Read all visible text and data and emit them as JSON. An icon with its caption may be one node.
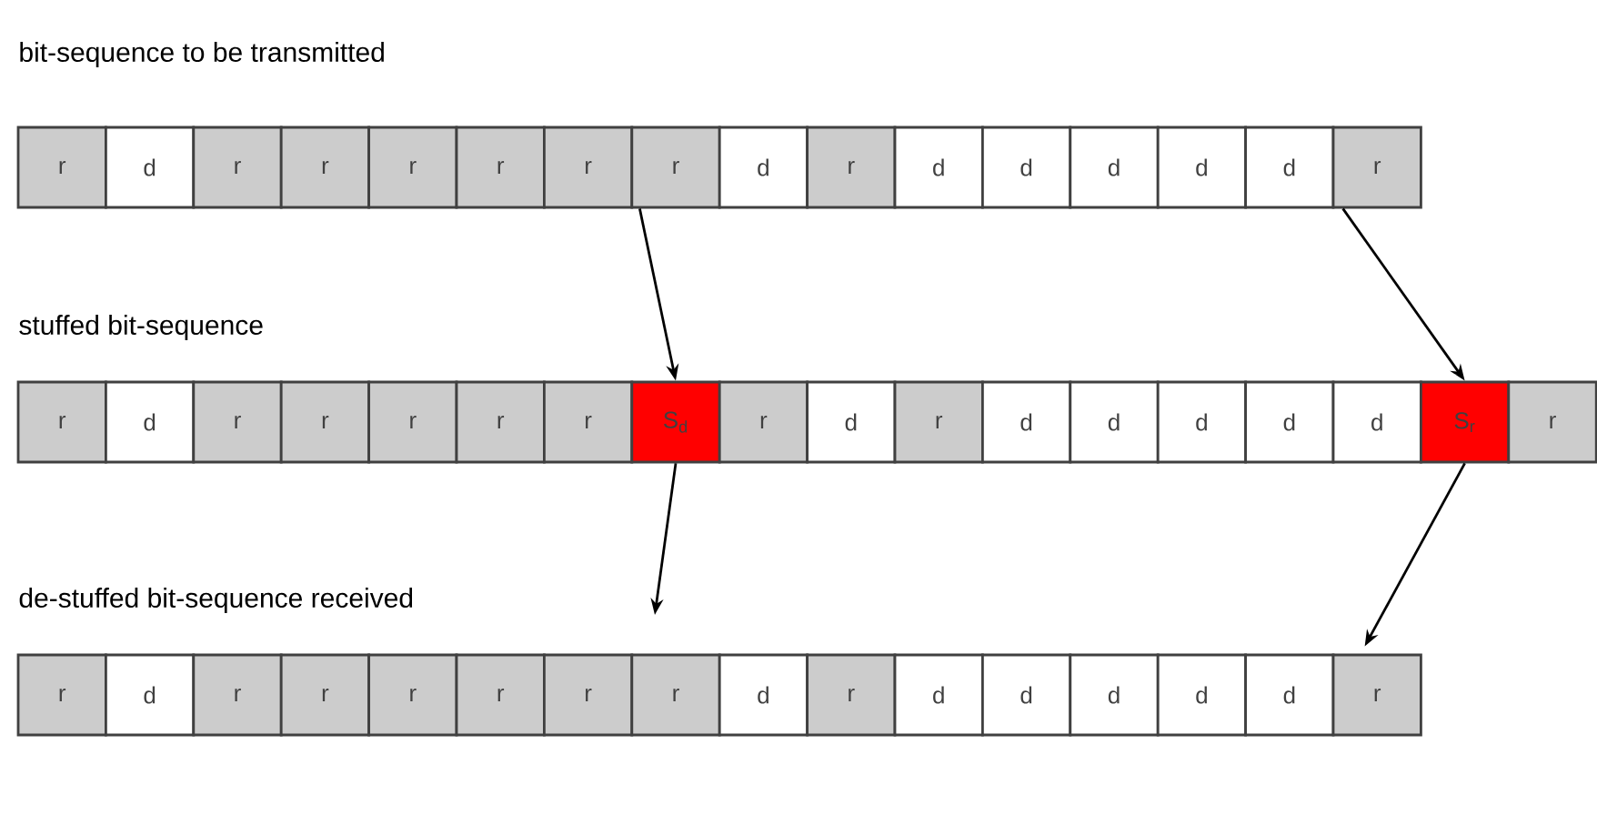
{
  "diagram": {
    "nodes": [
      {
        "text": [
          "r"
        ]
      },
      {
        "text": [
          "d"
        ]
      },
      {
        "text": [
          "r"
        ]
      },
      {
        "text": [
          "r"
        ]
      },
      {
        "text": [
          "r"
        ]
      },
      {
        "text": [
          "r"
        ]
      },
      {
        "text": [
          "r"
        ]
      },
      {
        "text": [
          "r"
        ]
      },
      {
        "text": [
          "d"
        ]
      },
      {
        "text": [
          "r"
        ]
      },
      {
        "text": [
          "d"
        ]
      },
      {
        "text": [
          "d"
        ]
      },
      {
        "text": [
          "d"
        ]
      },
      {
        "text": [
          "d"
        ]
      },
      {
        "text": [
          "d"
        ]
      },
      {
        "text": [
          "r"
        ]
      },
      {
        "text": [
          "r"
        ]
      },
      {
        "text": [
          "d"
        ]
      },
      {
        "text": [
          "r"
        ]
      },
      {
        "text": [
          "r"
        ]
      },
      {
        "text": [
          "r"
        ]
      },
      {
        "text": [
          "r"
        ]
      },
      {
        "text": [
          "r"
        ]
      },
      {
        "text": [
          "S$_{d}$"
        ]
      },
      {
        "text": [
          "r"
        ]
      },
      {
        "text": [
          "d"
        ]
      },
      {
        "text": [
          "r"
        ]
      },
      {
        "text": [
          "d"
        ]
      },
      {
        "text": [
          "d"
        ]
      },
      {
        "text": [
          "d"
        ]
      },
      {
        "text": [
          "d"
        ]
      },
      {
        "text": [
          "d"
        ]
      },
      {
        "text": [
          "S$_{r}$"
        ]
      },
      {
        "text": [
          "r"
        ]
      },
      {
        "text": [
          "r"
        ]
      },
      {
        "text": [
          "d"
        ]
      },
      {
        "text": [
          "r"
        ]
      },
      {
        "text": [
          "r"
        ]
      },
      {
        "text": [
          "r"
        ]
      },
      {
        "text": [
          "r"
        ]
      },
      {
        "text": [
          "r"
        ]
      },
      {
        "text": [
          "r"
        ]
      },
      {
        "text": [
          "d"
        ]
      },
      {
        "text": [
          "r"
        ]
      },
      {
        "text": [
          "d"
        ]
      },
      {
        "text": [
          "d"
        ]
      },
      {
        "text": [
          "d"
        ]
      },
      {
        "text": [
          "d"
        ]
      },
      {
        "text": [
          "d"
        ]
      },
      {
        "text": [
          "r"
        ]
      }
    ],
    "edges": [
      {
        "from": 7,
        "to": 23,
        "arrow": "to"
      },
      {
        "from": 15,
        "to": 32,
        "arrow": "to"
      },
      {
        "from": 23,
        "to": null,
        "arrow": "to"
      },
      {
        "from": 32,
        "to": 49,
        "arrow": "to"
      }
    ],
    "labels": [
      "bit-sequence to be transmitted",
      "stuffed bit-sequence",
      "de-stuffed bit-sequence received"
    ]
  }
}
